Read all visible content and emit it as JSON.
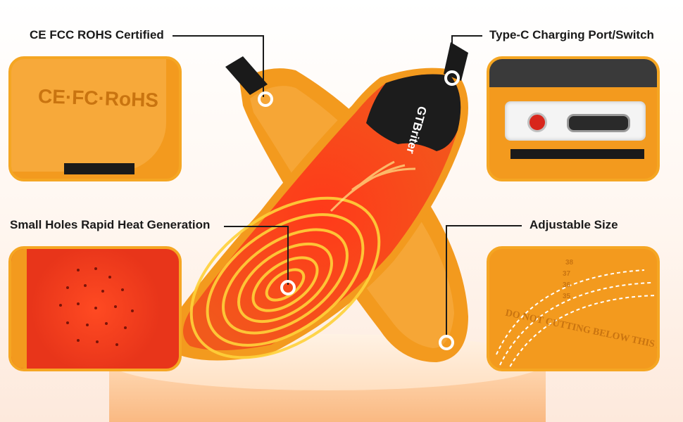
{
  "callouts": {
    "certified": "CE FCC ROHS Certified",
    "charging": "Type-C Charging Port/Switch",
    "holes": "Small Holes Rapid Heat Generation",
    "size": "Adjustable Size"
  },
  "panels": {
    "cert_marks": "CE·FC·RoHS",
    "size_marks": [
      "38",
      "37",
      "36",
      "35"
    ],
    "cutting_text": "DO NOT CUTTING BELOW THIS LINE"
  },
  "insole": {
    "brand": "GTBriter"
  },
  "colors": {
    "accent": "#f5a623",
    "insole_orange": "#f39a1e",
    "heat_red": "#f2401a",
    "heat_yellow": "#ffd23a"
  }
}
